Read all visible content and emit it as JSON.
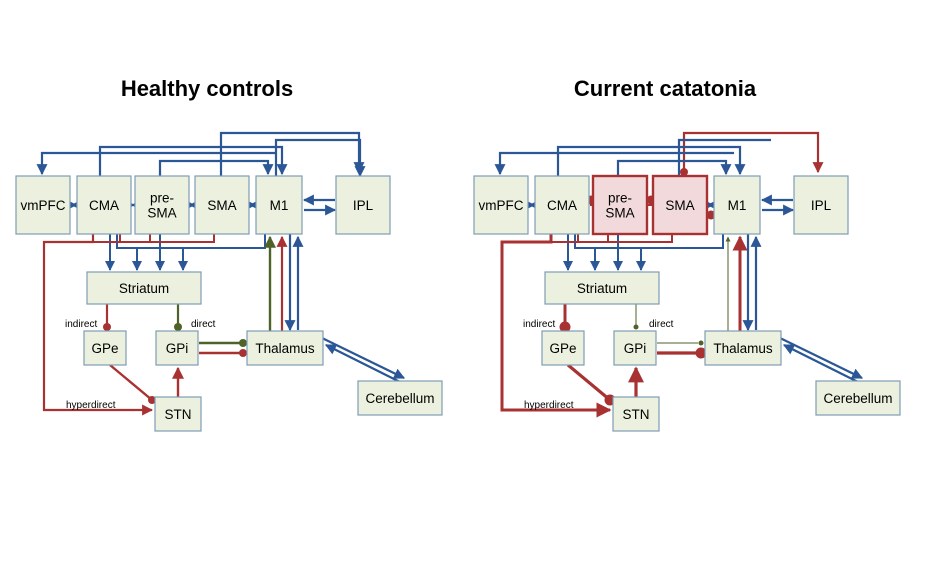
{
  "colors": {
    "blue": "#2b5797",
    "red": "#a83232",
    "green": "#4f6228",
    "node_fill": "#ebf1de",
    "node_border": "#7f9cb5",
    "highlight_fill": "#f2d9dc"
  },
  "panels": [
    {
      "title": "Healthy controls",
      "nodes": {
        "vmpfc": "vmPFC",
        "cma": "CMA",
        "presma": "pre-\nSMA",
        "sma": "SMA",
        "m1": "M1",
        "ipl": "IPL",
        "striatum": "Striatum",
        "gpe": "GPe",
        "gpi": "GPi",
        "thalamus": "Thalamus",
        "stn": "STN",
        "cerebellum": "Cerebellum"
      },
      "edge_labels": {
        "indirect": "indirect",
        "direct": "direct",
        "hyperdirect": "hyperdirect"
      },
      "highlighted_nodes": []
    },
    {
      "title": "Current catatonia",
      "nodes": {
        "vmpfc": "vmPFC",
        "cma": "CMA",
        "presma": "pre-\nSMA",
        "sma": "SMA",
        "m1": "M1",
        "ipl": "IPL",
        "striatum": "Striatum",
        "gpe": "GPe",
        "gpi": "GPi",
        "thalamus": "Thalamus",
        "stn": "STN",
        "cerebellum": "Cerebellum"
      },
      "edge_labels": {
        "indirect": "indirect",
        "direct": "direct",
        "hyperdirect": "hyperdirect"
      },
      "highlighted_nodes": [
        "presma",
        "sma"
      ]
    }
  ]
}
